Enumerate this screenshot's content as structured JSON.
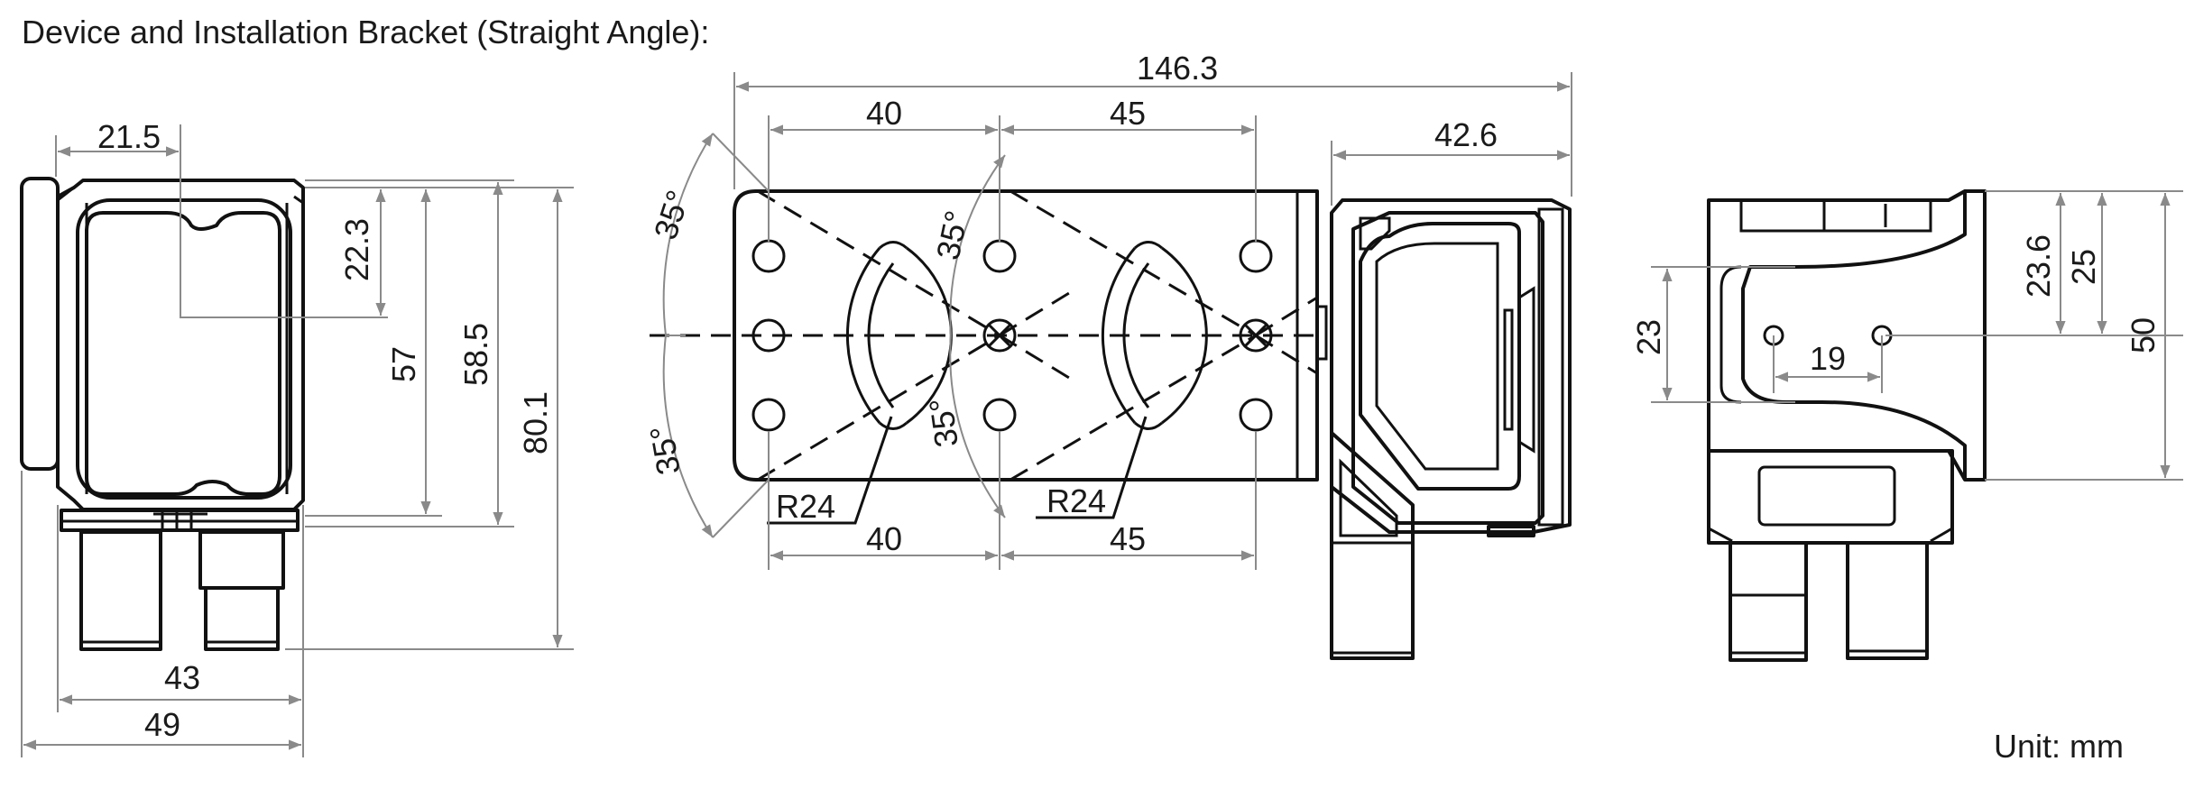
{
  "title": "Device and Installation Bracket (Straight Angle):",
  "unit": "Unit: mm",
  "front_view": {
    "dim_width_outer": "49",
    "dim_width_inner": "43",
    "dim_lens_offset_x": "21.5",
    "dim_lens_offset_y": "22.3",
    "dim_height_57": "57",
    "dim_height_58_5": "58.5",
    "dim_height_total": "80.1"
  },
  "bracket_view": {
    "dim_total_length": "146.3",
    "dim_top_left": "40",
    "dim_top_right": "45",
    "dim_bottom_left": "40",
    "dim_bottom_right": "45",
    "dim_device_depth": "42.6",
    "angle_left_top": "35°",
    "angle_left_bottom": "35°",
    "angle_mid_top": "35°",
    "angle_mid_bottom": "35°",
    "radius_left": "R24",
    "radius_right": "R24"
  },
  "side_view": {
    "dim_height_23": "23",
    "dim_hole_spacing": "19",
    "dim_height_23_6": "23.6",
    "dim_height_25": "25",
    "dim_height_50": "50"
  }
}
